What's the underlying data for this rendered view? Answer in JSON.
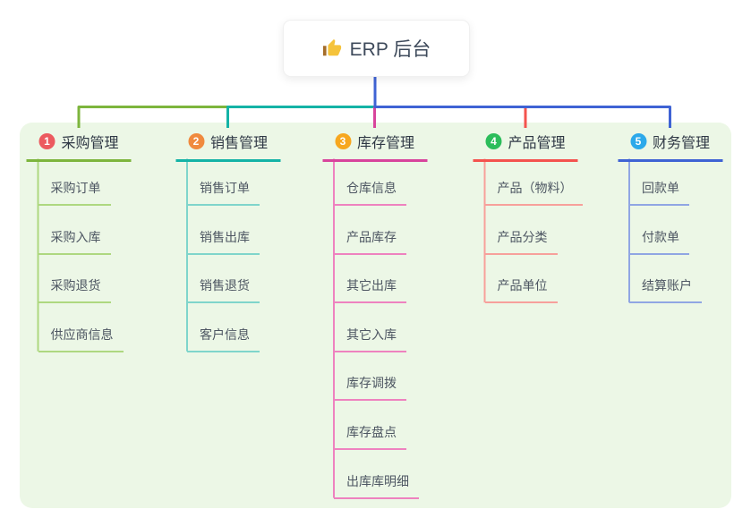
{
  "root": {
    "label": "ERP 后台",
    "icon": "thumbs-up-icon"
  },
  "branches": [
    {
      "badge": "1",
      "label": "采购管理",
      "color": "#7db53d",
      "light_color": "#aed880",
      "badge_color": "#ec5a5f",
      "children": [
        "采购订单",
        "采购入库",
        "采购退货",
        "供应商信息"
      ]
    },
    {
      "badge": "2",
      "label": "销售管理",
      "color": "#14b3a6",
      "light_color": "#7fd5cb",
      "badge_color": "#f08a3e",
      "children": [
        "销售订单",
        "销售出库",
        "销售退货",
        "客户信息"
      ]
    },
    {
      "badge": "3",
      "label": "库存管理",
      "color": "#d8449c",
      "light_color": "#ee82bf",
      "badge_color": "#f7a71f",
      "children": [
        "仓库信息",
        "产品库存",
        "其它出库",
        "其它入库",
        "库存调拨",
        "库存盘点",
        "出库库明细"
      ]
    },
    {
      "badge": "4",
      "label": "产品管理",
      "color": "#f4534e",
      "light_color": "#f7a09b",
      "badge_color": "#2cbd5b",
      "children": [
        "产品（物料）",
        "产品分类",
        "产品单位"
      ]
    },
    {
      "badge": "5",
      "label": "财务管理",
      "color": "#3f63d4",
      "light_color": "#90a6e3",
      "badge_color": "#2ca9ea",
      "children": [
        "回款单",
        "付款单",
        "结算账户"
      ]
    }
  ],
  "colors": {
    "panel_bg": "#ecf7e6",
    "root_line": "#3f63d4",
    "root_text": "#3e4a5b",
    "branch_text": "#2f3845",
    "child_text": "#4d5662",
    "icon_yellow": "#f5c33b",
    "icon_cuff": "#a56d2a"
  }
}
